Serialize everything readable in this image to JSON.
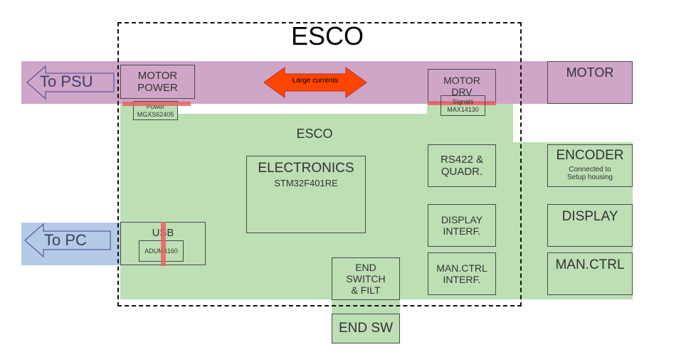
{
  "title": "ESCO",
  "colors": {
    "power_band": "#cfa6c8",
    "pc_band": "#b4cae6",
    "board": "#bcdfb4",
    "red_marker": "#e86363",
    "arrow_fill": "#ff4500",
    "arrow_stroke": "#c0392b",
    "box_border": "#4a4a4a"
  },
  "board": {
    "label": "ESCO"
  },
  "psu_arrow": {
    "label": "To PSU"
  },
  "pc_arrow": {
    "label": "To PC"
  },
  "large_currents": {
    "label": "Large currents"
  },
  "motor_power": {
    "label": "MOTOR\nPOWER"
  },
  "power_chip": {
    "label": "Power\nMGXS62405"
  },
  "motor_drv": {
    "label": "MOTOR\nDRV"
  },
  "signals_chip": {
    "label": "Signals\nMAX14130"
  },
  "electronics": {
    "label": "ELECTRONICS",
    "sublabel": "STM32F401RE"
  },
  "rs422": {
    "label": "RS422 &\nQUADR."
  },
  "display_interf": {
    "label": "DISPLAY\nINTERF."
  },
  "manctrl_interf": {
    "label": "MAN.CTRL\nINTERF."
  },
  "usb": {
    "label": "USB"
  },
  "adum": {
    "label": "ADUM4160"
  },
  "end_switch_filt": {
    "label": "END\nSWITCH\n& FILT"
  },
  "ext_motor": {
    "label": "MOTOR"
  },
  "ext_encoder": {
    "label": "ENCODER",
    "sublabel": "Connected to\nSetup housing"
  },
  "ext_display": {
    "label": "DISPLAY"
  },
  "ext_manctrl": {
    "label": "MAN.CTRL"
  },
  "ext_end_sw": {
    "label": "END SW"
  }
}
